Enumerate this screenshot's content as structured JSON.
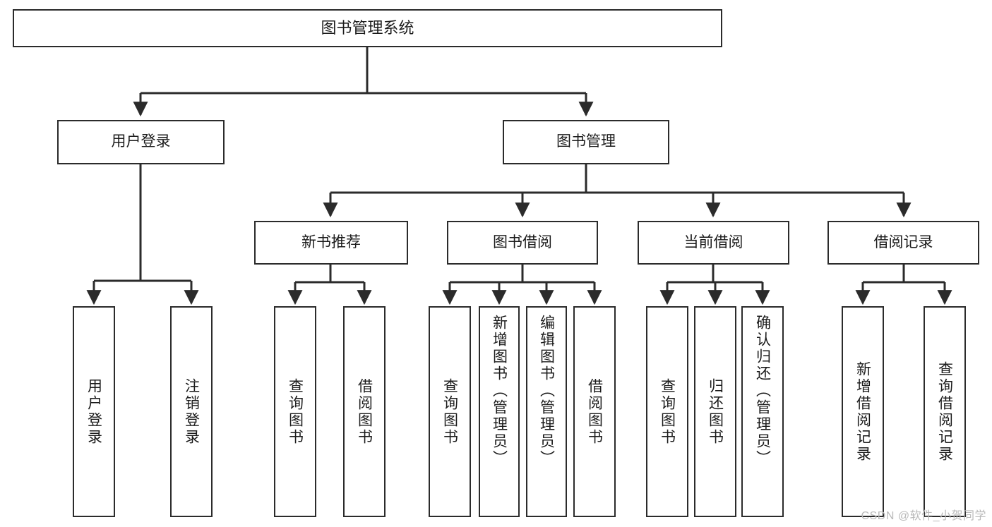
{
  "diagram": {
    "title": "图书管理系统",
    "type": "tree-hierarchy-diagram",
    "style": {
      "box_border_color": "#2b2b2b",
      "box_fill_color": "#ffffff",
      "edge_color": "#2b2b2b",
      "text_color": "#1b1b1b",
      "background_color": "#ffffff"
    },
    "root": {
      "label": "图书管理系统"
    },
    "level2": [
      {
        "label": "用户登录"
      },
      {
        "label": "图书管理"
      }
    ],
    "level3": [
      {
        "label": "新书推荐"
      },
      {
        "label": "图书借阅"
      },
      {
        "label": "当前借阅"
      },
      {
        "label": "借阅记录"
      }
    ],
    "leaves": {
      "user_login": [
        {
          "label": "用户登录"
        },
        {
          "label": "注销登录"
        }
      ],
      "new_book_recommend": [
        {
          "label": "查询图书"
        },
        {
          "label": "借阅图书"
        }
      ],
      "book_borrow": [
        {
          "label": "查询图书"
        },
        {
          "label": "新增图书（管理员）"
        },
        {
          "label": "编辑图书（管理员）"
        },
        {
          "label": "借阅图书"
        }
      ],
      "current_borrow": [
        {
          "label": "查询图书"
        },
        {
          "label": "归还图书"
        },
        {
          "label": "确认归还（管理员）"
        }
      ],
      "borrow_record": [
        {
          "label": "新增借阅记录"
        },
        {
          "label": "查询借阅记录"
        }
      ]
    }
  },
  "watermark": {
    "text": "CSDN @软件_小贺同学"
  }
}
